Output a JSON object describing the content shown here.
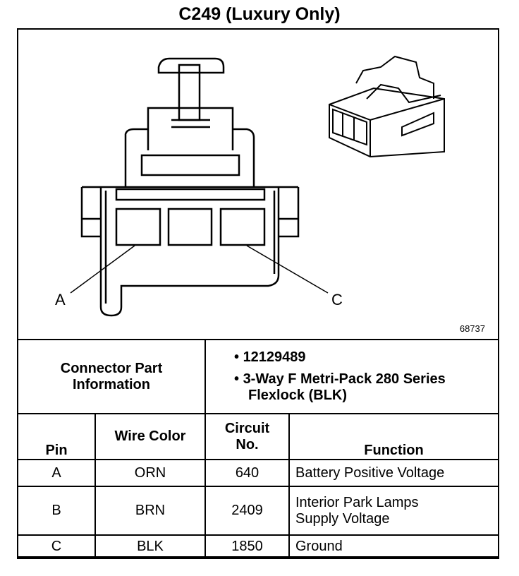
{
  "title": "C249 (Luxury Only)",
  "figure_number": "68737",
  "pin_labels": [
    "A",
    "C"
  ],
  "connector_info": {
    "label": "Connector Part Information",
    "items": [
      "12129489",
      "3-Way F Metri-Pack 280 Series Flexlock (BLK)"
    ]
  },
  "table": {
    "headers": [
      "Pin",
      "Wire Color",
      "Circuit No.",
      "Function"
    ],
    "rows": [
      {
        "pin": "A",
        "color": "ORN",
        "circuit": "640",
        "function": "Battery Positive Voltage"
      },
      {
        "pin": "B",
        "color": "BRN",
        "circuit": "2409",
        "function": "Interior Park Lamps Supply Voltage"
      },
      {
        "pin": "C",
        "color": "BLK",
        "circuit": "1850",
        "function": "Ground"
      }
    ]
  }
}
